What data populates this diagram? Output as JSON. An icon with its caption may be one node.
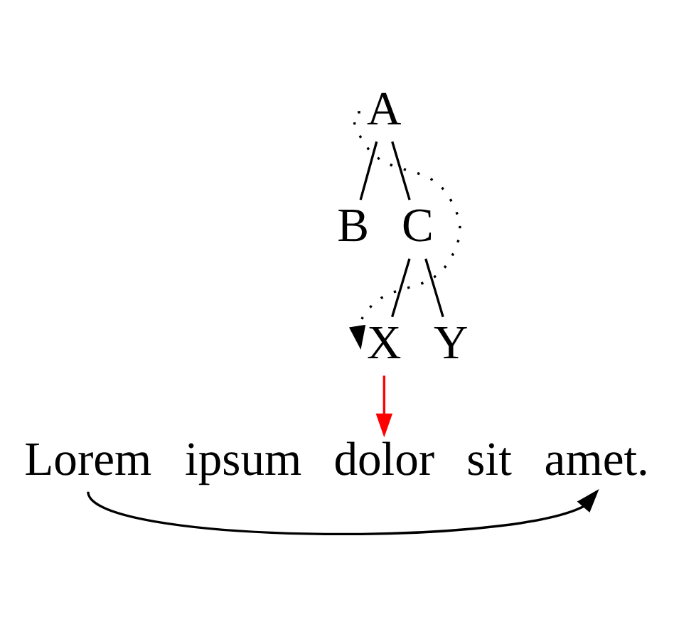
{
  "diagram": {
    "nodes": [
      {
        "text": [
          "A"
        ]
      },
      {
        "text": [
          "B"
        ]
      },
      {
        "text": [
          "C"
        ]
      },
      {
        "text": [
          "X"
        ]
      },
      {
        "text": [
          "Y"
        ]
      },
      {
        "text": [
          "Lorem"
        ]
      },
      {
        "text": [
          "dolor"
        ]
      },
      {
        "text": [
          "amet."
        ]
      }
    ],
    "edges": [
      {
        "from": 0,
        "to": 1,
        "arrow": "none"
      },
      {
        "from": 0,
        "to": 2,
        "arrow": "none"
      },
      {
        "from": 2,
        "to": 3,
        "arrow": "none"
      },
      {
        "from": 2,
        "to": 4,
        "arrow": "none"
      },
      {
        "from": 0,
        "to": 3,
        "arrow": "to",
        "style": "dashed"
      },
      {
        "from": 3,
        "to": 6,
        "arrow": "to",
        "color": "#ff0000"
      },
      {
        "from": 5,
        "to": 7,
        "arrow": "to"
      }
    ],
    "labels": [
      "ipsum",
      "sit"
    ]
  }
}
